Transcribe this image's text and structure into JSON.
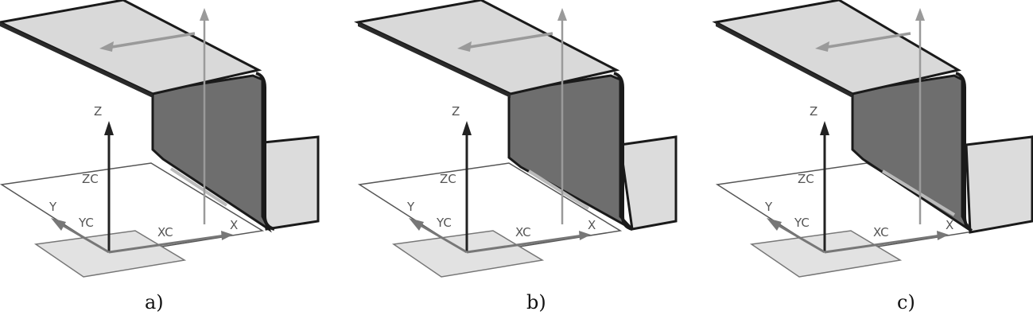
{
  "panels": [
    {
      "caption": "a)",
      "labels": {
        "z": "Z",
        "zc": "ZC",
        "y": "Y",
        "yc": "YC",
        "xc": "XC",
        "x": "X"
      }
    },
    {
      "caption": "b)",
      "labels": {
        "z": "Z",
        "zc": "ZC",
        "y": "Y",
        "yc": "YC",
        "xc": "XC",
        "x": "X"
      }
    },
    {
      "caption": "c)",
      "labels": {
        "z": "Z",
        "zc": "ZC",
        "y": "Y",
        "yc": "YC",
        "xc": "XC",
        "x": "X"
      }
    }
  ],
  "colors": {
    "top_face": "#d9d9d9",
    "wall_face": "#6e6e6e",
    "bottom_face": "#dcdcdc",
    "edge": "#1a1a1a",
    "axis_dark": "#222222",
    "axis_light": "#8a8a8a",
    "plane": "#e2e2e2"
  }
}
